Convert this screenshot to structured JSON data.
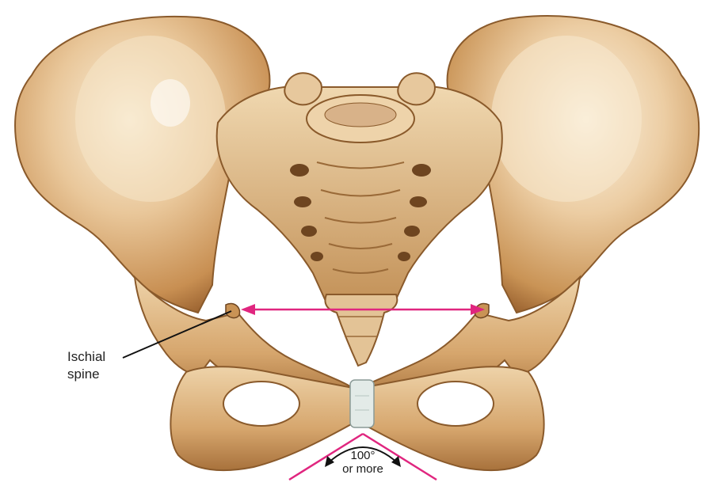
{
  "labels": {
    "ischial_spine_line1": "Ischial",
    "ischial_spine_line2": "spine",
    "angle_value": "100°",
    "angle_qualifier": "or more"
  },
  "colors": {
    "bone_light": "#f4e2c4",
    "bone_mid": "#d9ad78",
    "bone_dark": "#a8723c",
    "bone_shadow": "#6e4520",
    "cartilage": "#dfe6e4",
    "measure_line": "#e0267f",
    "leader_line": "#111111"
  }
}
